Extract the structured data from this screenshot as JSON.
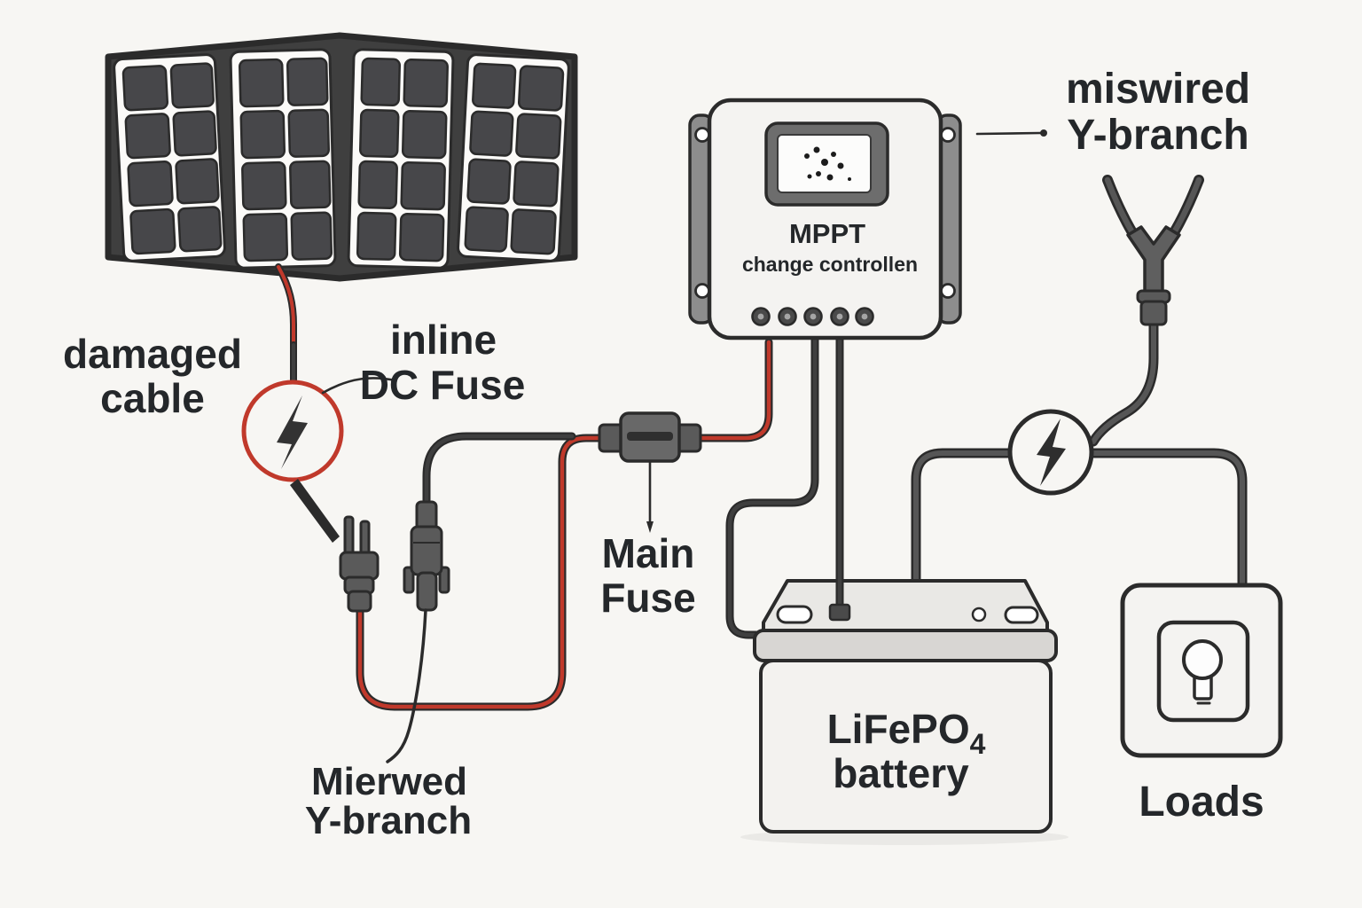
{
  "colors": {
    "background": "#f7f6f3",
    "cable_red": "#c0392b",
    "cable_dark": "#3f3f3f",
    "cable_gray": "#565656",
    "outline": "#2b2b2b",
    "text": "#24272a"
  },
  "labels": {
    "damaged_cable": {
      "line1": "damaged",
      "line2": "cable"
    },
    "inline_dc_fuse": {
      "line1": "inline",
      "line2": "DC Fuse"
    },
    "main_fuse": {
      "line1": "Main",
      "line2": "Fuse"
    },
    "miswired_y_branch": {
      "line1": "miswired",
      "line2": "Y-branch"
    },
    "mierwed_y_branch": {
      "line1": "Mierwed",
      "line2": "Y-branch"
    },
    "loads": "Loads"
  },
  "controller": {
    "title": "MPPT",
    "subtitle": "change controllen"
  },
  "battery": {
    "chemistry": "LiFePO",
    "subscript": "4",
    "line2": "battery"
  },
  "icons": {
    "damage_indicator": "lightning-bolt-in-red-circle",
    "fuse_indicator": "lightning-bolt-in-circle",
    "load": "light-bulb-outlet",
    "source": "folding-solar-panel"
  }
}
